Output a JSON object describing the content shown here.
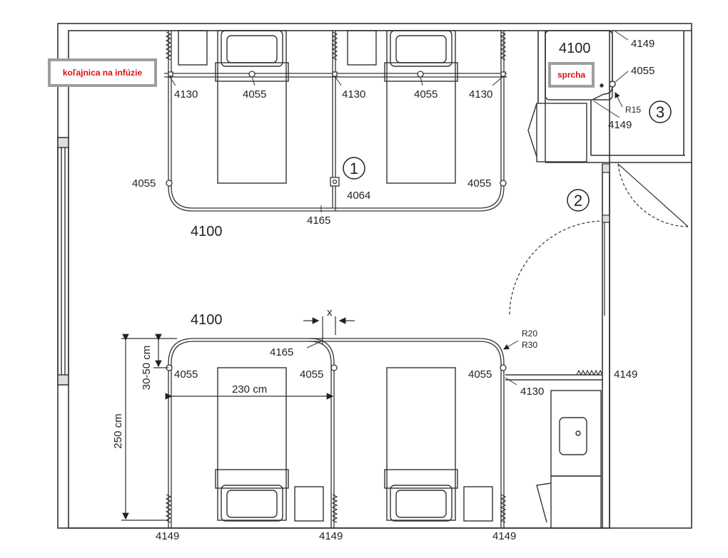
{
  "callouts": {
    "infusion_rail": "koľajnica na infúzie",
    "shower": "sprcha"
  },
  "room_codes": {
    "top_room": "4100",
    "bottom_room": "4100",
    "bathroom": "4100"
  },
  "top_labels": {
    "rail_left": "4130",
    "rail_mid": "4130",
    "rail_right": "4130",
    "bed1_center": "4055",
    "bed2_center": "4055",
    "left_end": "4055",
    "right_end": "4055",
    "anchor": "4064",
    "joint": "4165"
  },
  "bottom_labels": {
    "joint": "4165",
    "left": "4055",
    "mid": "4055",
    "right": "4055",
    "side_rail": "4130",
    "wall_right": "4149",
    "floor_left": "4149",
    "floor_mid": "4149",
    "floor_right": "4149"
  },
  "bath_labels": {
    "top": "4149",
    "right": "4055",
    "bottom": "4149",
    "radius": "R15"
  },
  "radius_note": {
    "r1": "R20",
    "r2": "R30"
  },
  "dimensions": {
    "height": "250 cm",
    "offset": "30-50 cm",
    "width": "230 cm",
    "gap": "x"
  },
  "markers": [
    "1",
    "2",
    "3"
  ]
}
